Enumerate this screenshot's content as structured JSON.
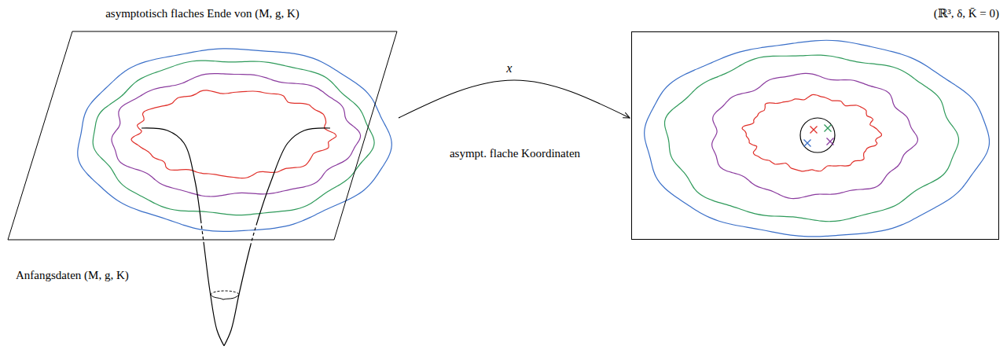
{
  "diagram": {
    "nodes": [
      {
        "text": [
          "asymptotisch flaches Ende von (M, g, K)"
        ]
      },
      {
        "text": [
          "(ℝ³, δ, K̄ = 0)"
        ]
      }
    ],
    "edges": [
      {
        "from": 0,
        "to": 1,
        "arrow": "to",
        "label": "x⃗"
      }
    ],
    "labels": [
      "asympt. flache Koordinaten",
      "Anfangsdaten (M, g, K)"
    ]
  }
}
